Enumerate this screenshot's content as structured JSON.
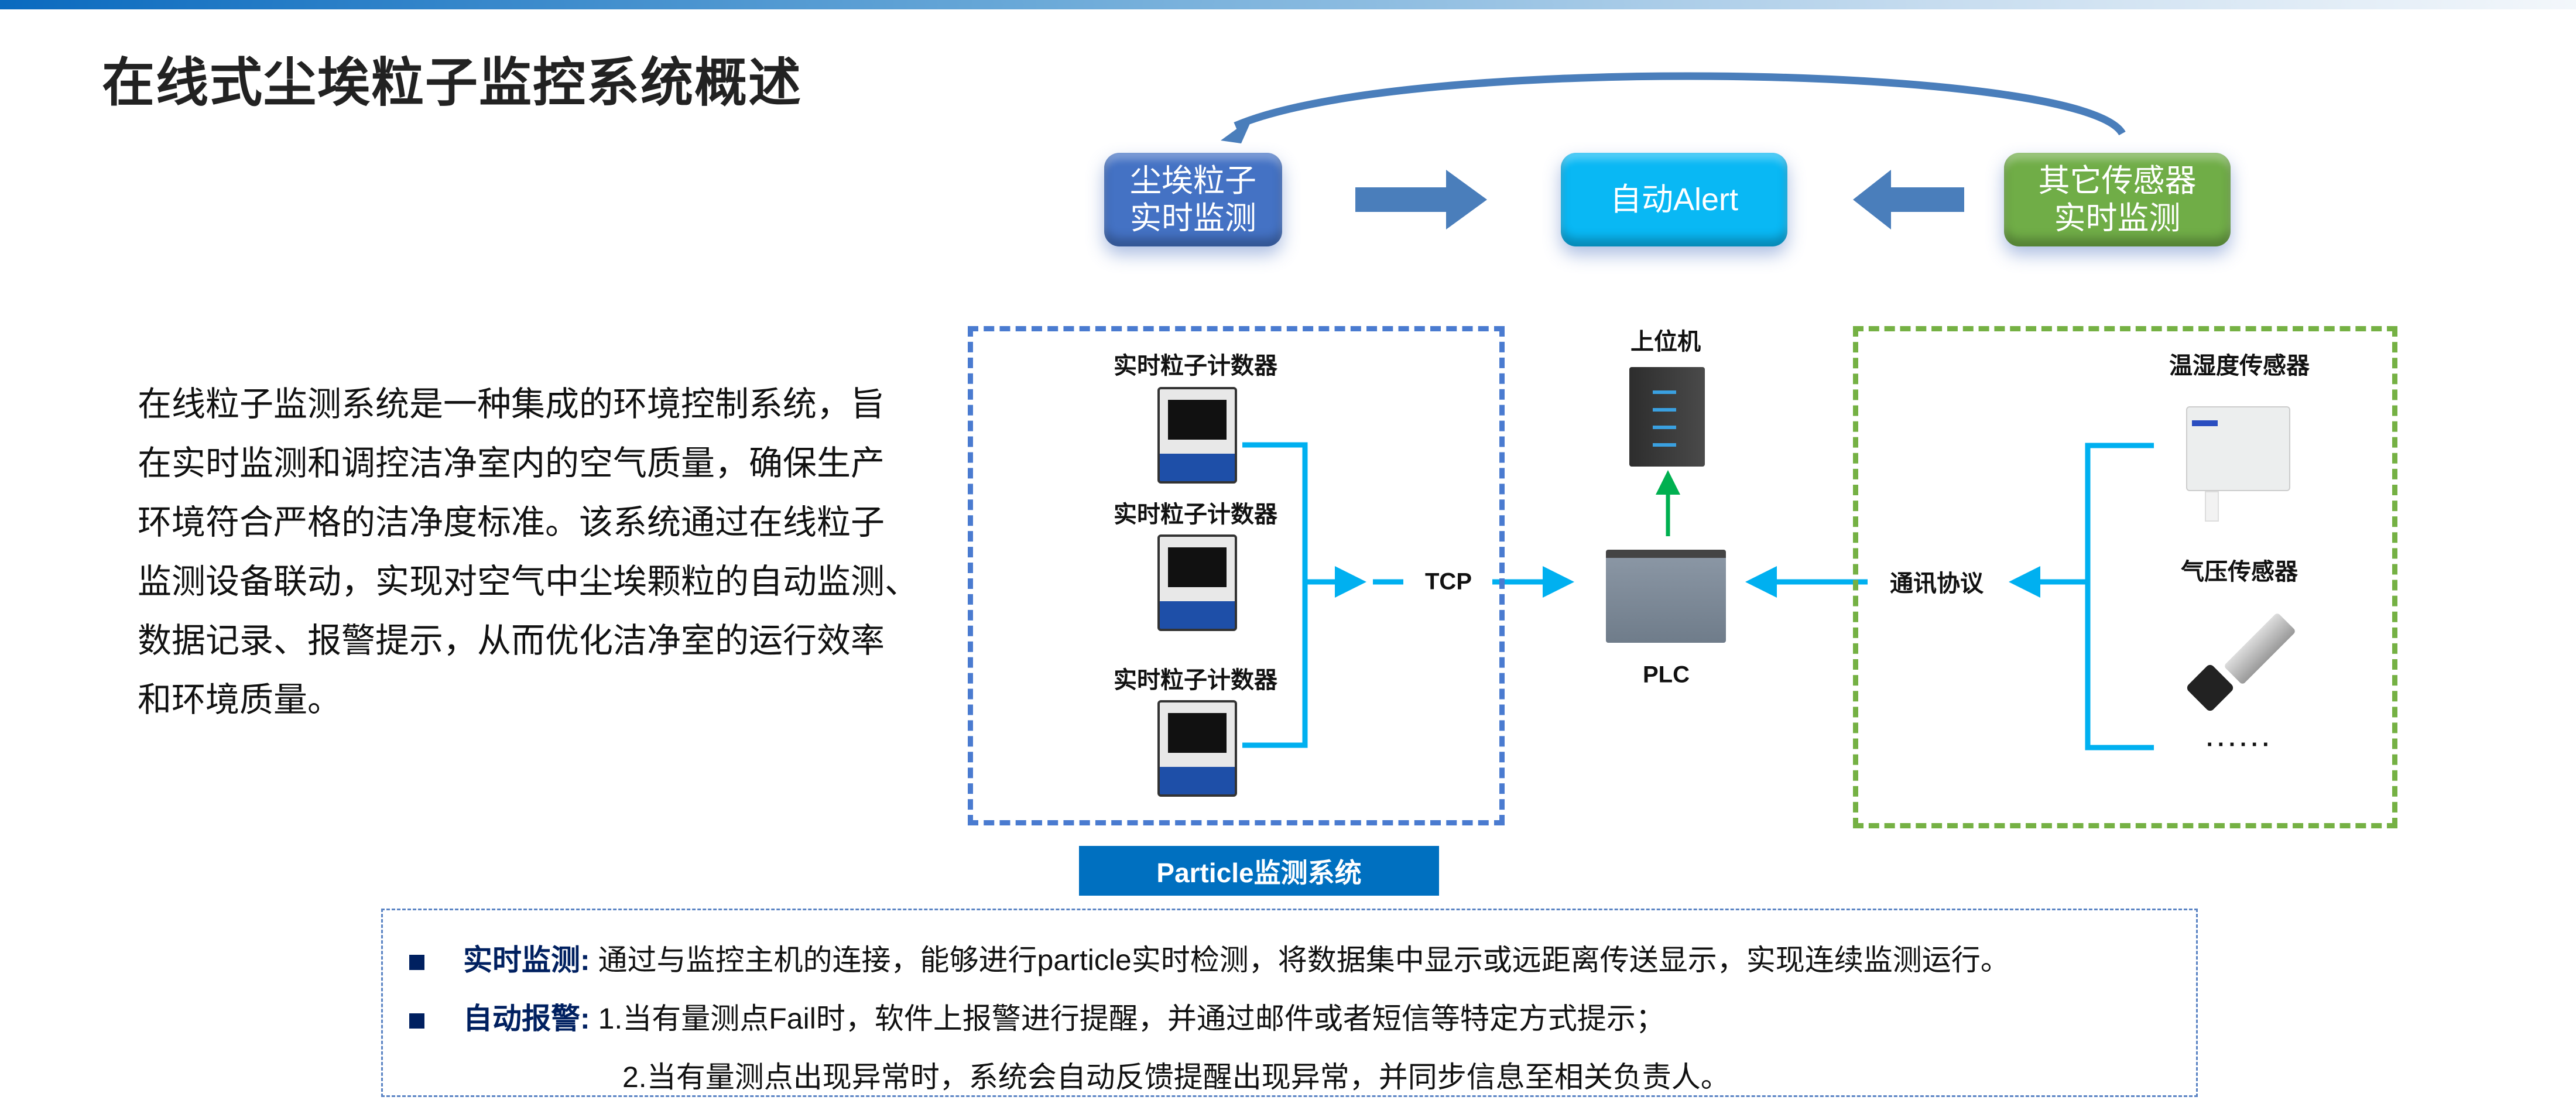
{
  "title": "在线式尘埃粒子监控系统概述",
  "flow": {
    "box1": [
      "尘埃粒子",
      "实时监测"
    ],
    "box2": "自动Alert",
    "box3": [
      "其它传感器",
      "实时监测"
    ],
    "colors": {
      "box1": "#4472c4",
      "box2": "#09b8f4",
      "box3": "#70ad47",
      "arrows": "#4a7ebb"
    }
  },
  "description": [
    "在线粒子监测系统是一种集成的环境控制系统，旨",
    "在实时监测和调控洁净室内的空气质量，确保生产",
    "环境符合严格的洁净度标准。该系统通过在线粒子",
    "监测设备联动，实现对空气中尘埃颗粒的自动监测、",
    "数据记录、报警提示，从而优化洁净室的运行效率",
    "和环境质量。"
  ],
  "diagram": {
    "counter_label": "实时粒子计数器",
    "tcp": "TCP",
    "host": "上位机",
    "plc": "PLC",
    "protocol": "通讯协议",
    "temp_sensor": "温湿度传感器",
    "pressure_sensor": "气压传感器",
    "more": "......",
    "system_label": "Particle监测系统"
  },
  "notes": [
    {
      "key": "实时监测:",
      "text": "通过与监控主机的连接，能够进行particle实时检测，将数据集中显示或远距离传送显示，实现连续监测运行。"
    },
    {
      "key": "自动报警:",
      "text": "1.当有量测点Fail时，软件上报警进行提醒，并通过邮件或者短信等特定方式提示；"
    },
    {
      "key": "",
      "text": "2.当有量测点出现异常时，系统会自动反馈提醒出现异常，并同步信息至相关负责人。"
    }
  ]
}
